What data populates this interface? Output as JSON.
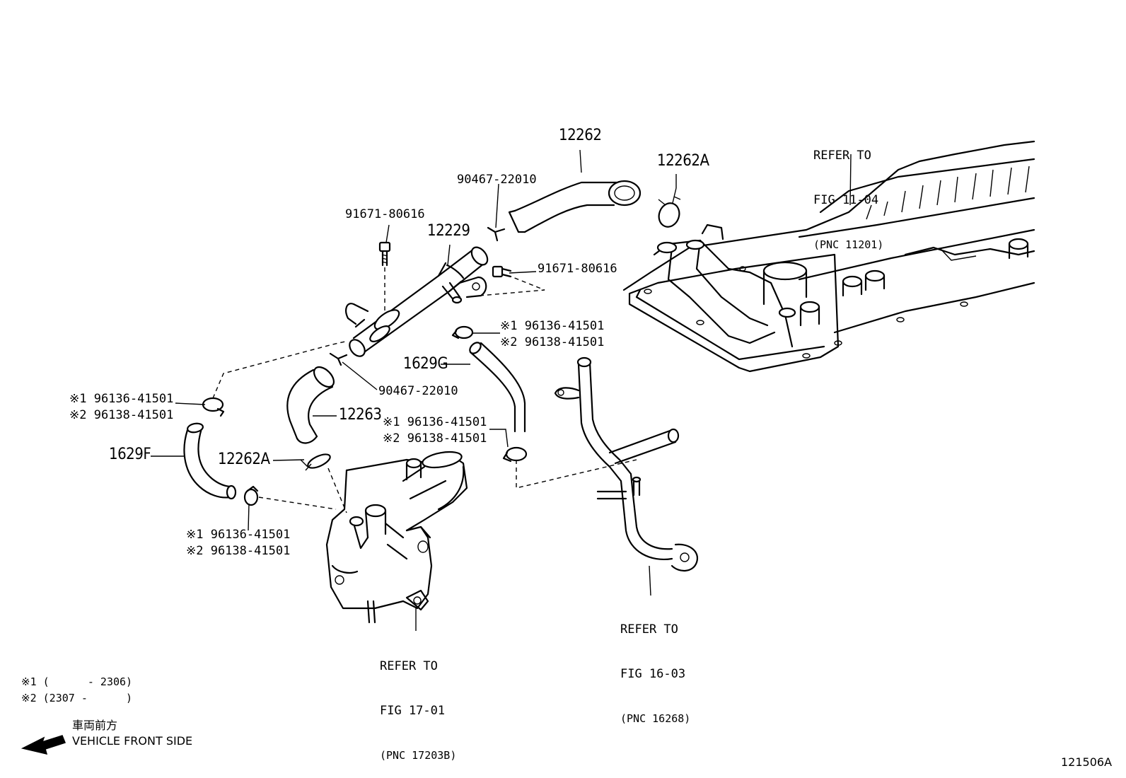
{
  "labels": {
    "p12262": "12262",
    "p12262A_top": "12262A",
    "p90467_top": "90467-22010",
    "p91671_left": "91671-80616",
    "p12229": "12229",
    "p91671_right": "91671-80616",
    "p96136_r1": "※1 96136-41501",
    "p96138_r1": "※2 96138-41501",
    "p1629G": "1629G",
    "p90467_mid": "90467-22010",
    "p96136_l1": "※1 96136-41501",
    "p96138_l1": "※2 96138-41501",
    "p12263": "12263",
    "p96136_m": "※1 96136-41501",
    "p96138_m": "※2 96138-41501",
    "p1629F": "1629F",
    "p12262A_left": "12262A",
    "p96136_b": "※1 96136-41501",
    "p96138_b": "※2 96138-41501"
  },
  "references": {
    "ref_top": [
      "REFER TO",
      "FIG 11-04",
      "(PNC 11201)"
    ],
    "ref_right": [
      "REFER TO",
      "FIG 16-03",
      "(PNC 16268)"
    ],
    "ref_bottom": [
      "REFER TO",
      "FIG 17-01",
      "(PNC 17203B)"
    ]
  },
  "notes": {
    "note1": "※1 (      - 2306)",
    "note2": "※2 (2307 -      )"
  },
  "direction": {
    "jp": "車両前方",
    "en": "VEHICLE FRONT SIDE"
  },
  "figure_id": "121506A"
}
